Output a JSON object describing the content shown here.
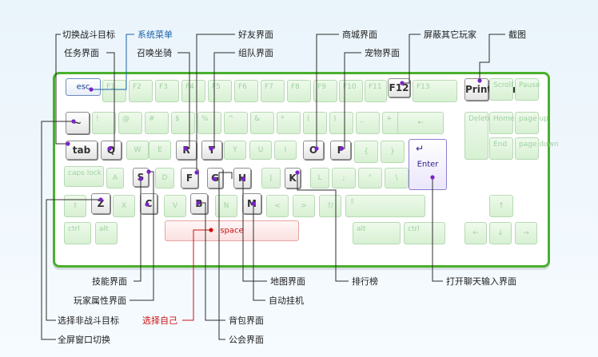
{
  "keys": {
    "esc": "esc",
    "f1": "F1",
    "f2": "F2",
    "f3": "F3",
    "f4": "F4",
    "f5": "F5",
    "f6": "F6",
    "f7": "F7",
    "f8": "F8",
    "f9": "F9",
    "f10": "F10",
    "f11": "F11",
    "f12": "F12",
    "f13": "F13",
    "print": "Print Scrn",
    "scroll": "Scroll Lock",
    "pause": "Pause",
    "tilde": "~",
    "n1": "!",
    "n2": "@",
    "n3": "#",
    "n4": "$",
    "n5": "%",
    "n6": "^",
    "n7": "&",
    "n8": "*",
    "n9": "(",
    "n0": ")",
    "minus": "_",
    "equal": "+",
    "backspace": "←",
    "del": "Delete",
    "home": "Home",
    "pgup": "page up",
    "end": "End",
    "pgdn": "page down",
    "tab": "tab",
    "q": "Q",
    "w": "W",
    "e": "E",
    "r": "R",
    "t": "T",
    "y": "Y",
    "u": "U",
    "i": "I",
    "o": "O",
    "p": "P",
    "lbr": "{",
    "rbr": "}",
    "caps": "caps lock",
    "a": "A",
    "s": "S",
    "d": "D",
    "f": "F",
    "g": "G",
    "h": "H",
    "j": "J",
    "k": "K",
    "l": "L",
    "semi": ";",
    "quote": "\"",
    "bslash": "\\",
    "enter": "Enter",
    "enter_arrow": "↵",
    "lshift": "⇧",
    "z": "Z",
    "x": "X",
    "c": "C",
    "v": "V",
    "b": "B",
    "n": "N",
    "m": "M",
    "comma": "<",
    "dot": ">",
    "slash": "?/",
    "rshift": "⇧",
    "lctrl": "ctrl",
    "lalt": "alt",
    "space": "space",
    "ralt": "alt",
    "rctrl": "ctrl",
    "up": "↑",
    "left": "←",
    "down": "↓",
    "right": "→"
  },
  "labels": {
    "fullscreen": "全屏窗口切换",
    "toggle_combat": "切换战斗目标",
    "system_menu": "系统菜单",
    "tasks": "任务界面",
    "summon_mount": "召唤坐骑",
    "friends": "好友界面",
    "team": "组队界面",
    "shop": "商城界面",
    "pet": "宠物界面",
    "hide_players": "屏蔽其它玩家",
    "screenshot": "截图",
    "skills": "技能界面",
    "attributes": "玩家属性界面",
    "select_noncombat": "选择非战斗目标",
    "select_self": "选择自己",
    "bag": "背包界面",
    "guild": "公会界面",
    "auto_hangup": "自动挂机",
    "map": "地图界面",
    "ranking": "排行榜",
    "chat_input": "打开聊天输入界面"
  },
  "colors": {
    "frame": "#4ab02c",
    "line": "#2d2d2d",
    "accent_blue": "#1a64a8",
    "accent_red": "#cc1111",
    "dot": "#7a22c8"
  }
}
